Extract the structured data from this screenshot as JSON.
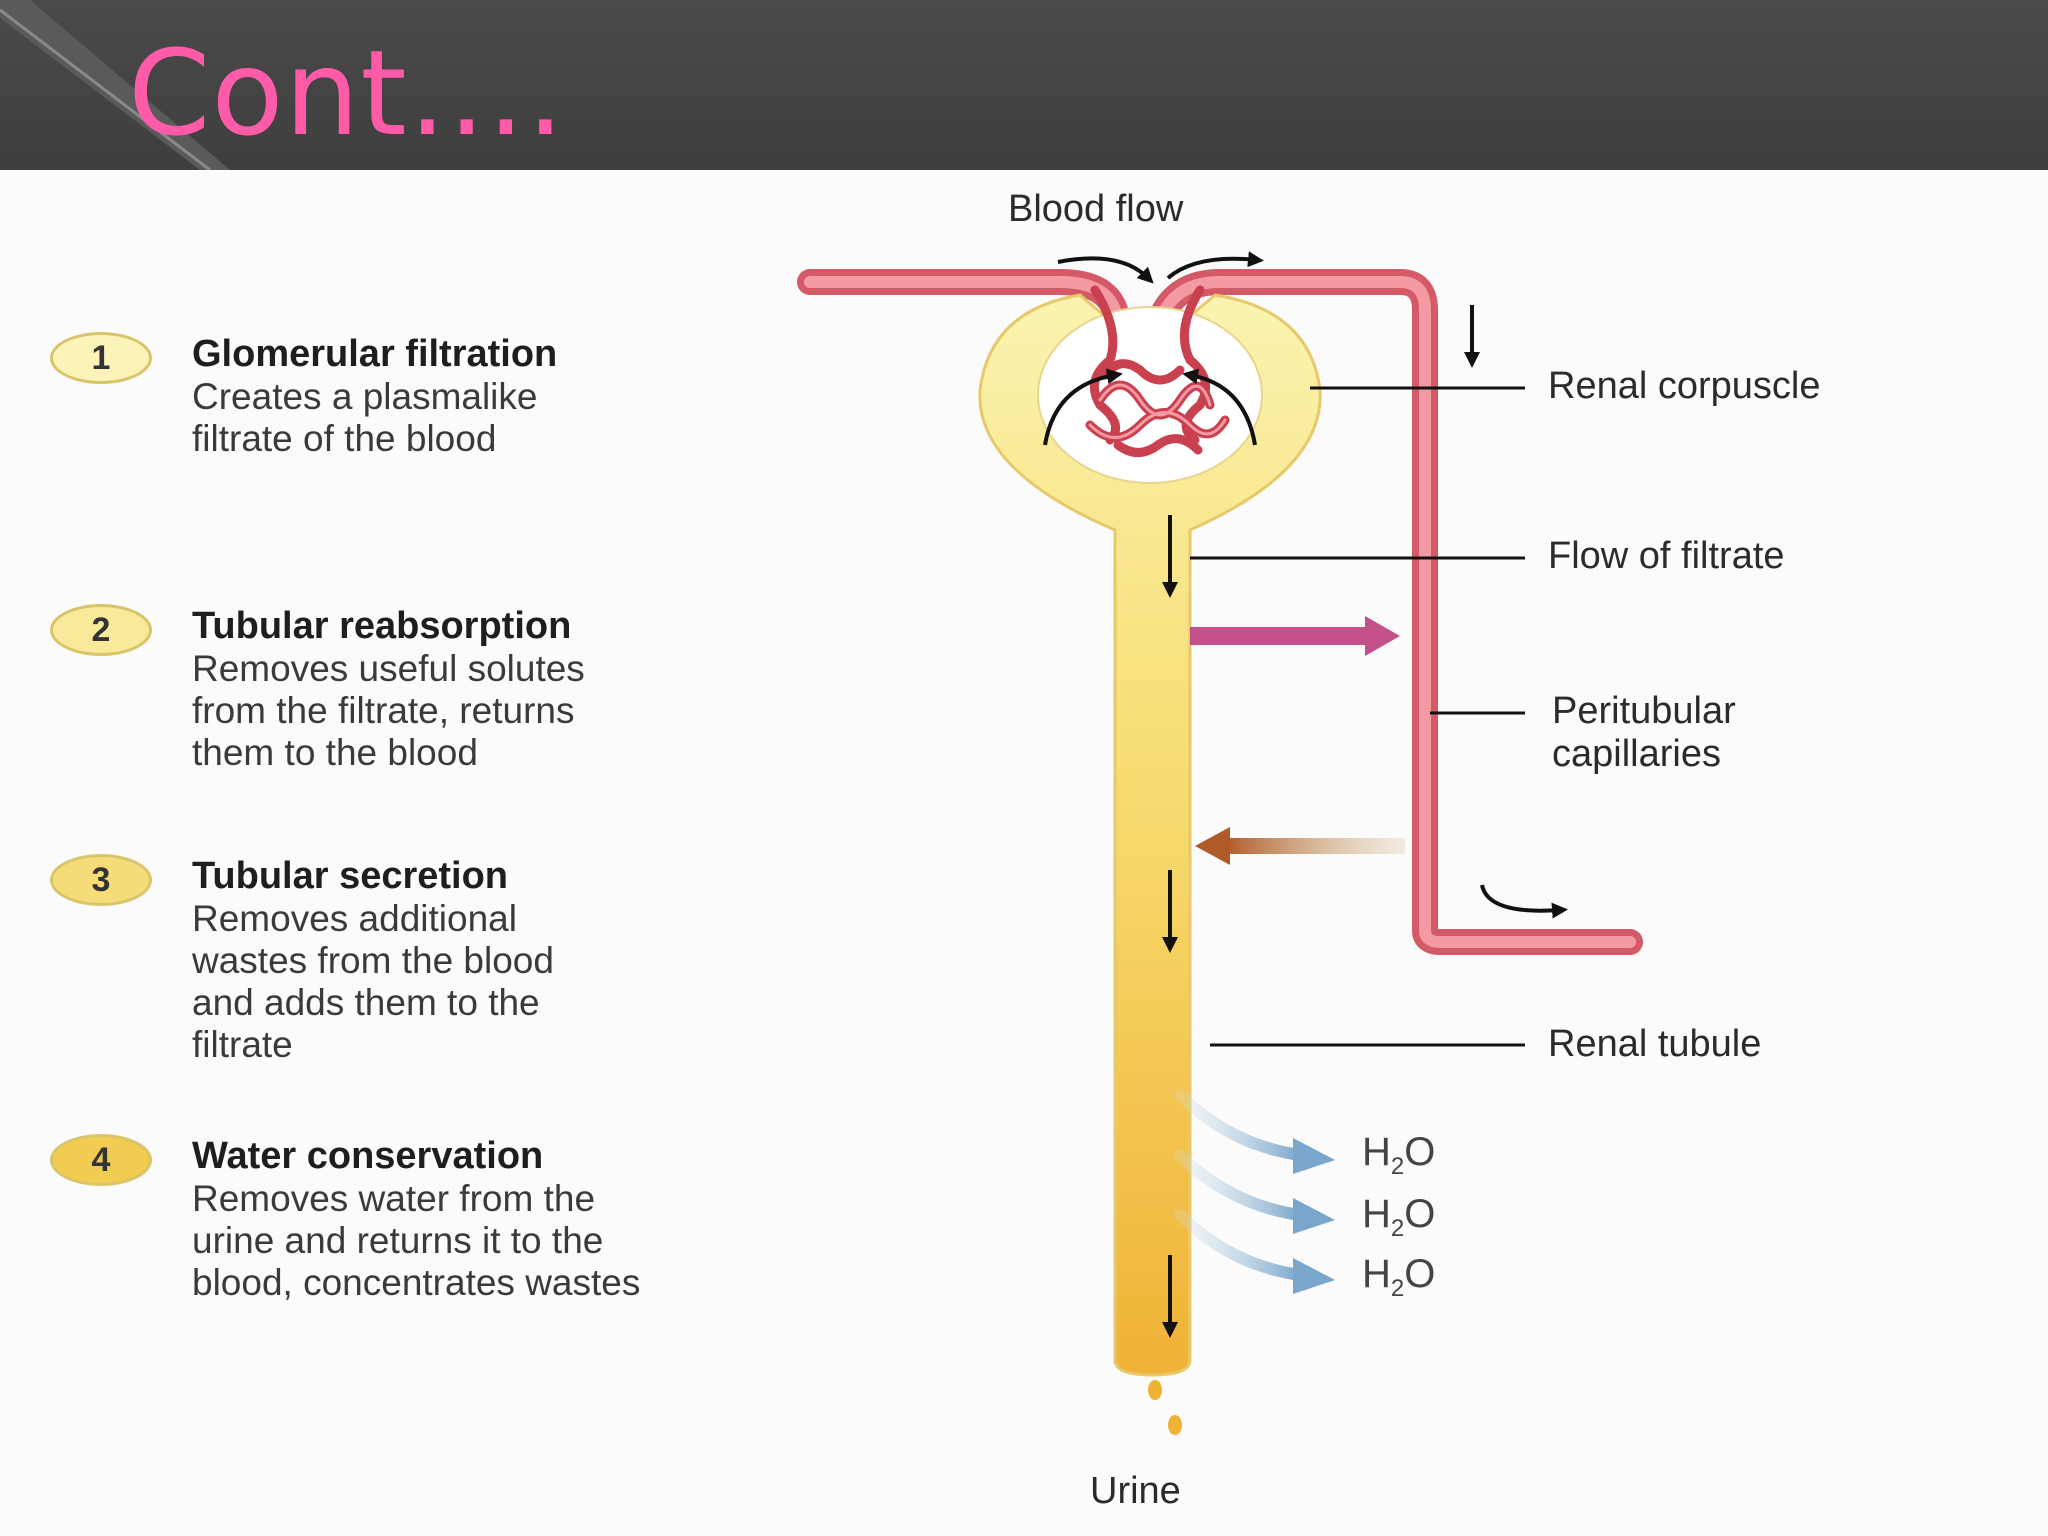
{
  "slide": {
    "title": "Cont…."
  },
  "diagram": {
    "top_label": "Blood flow",
    "bottom_label": "Urine",
    "callouts": {
      "renal_corpuscle": "Renal corpuscle",
      "flow_of_filtrate": "Flow of filtrate",
      "peritubular_capillaries": "Peritubular\ncapillaries",
      "renal_tubule": "Renal tubule"
    },
    "water_label": {
      "h": "H",
      "sub": "2",
      "o": "O"
    },
    "steps": [
      {
        "number": "1",
        "title": "Glomerular filtration",
        "description": "Creates a plasmalike\nfiltrate of the blood"
      },
      {
        "number": "2",
        "title": "Tubular reabsorption",
        "description": "Removes useful solutes\nfrom the filtrate, returns\nthem to the blood"
      },
      {
        "number": "3",
        "title": "Tubular secretion",
        "description": "Removes additional\nwastes from the blood\nand adds them to the\nfiltrate"
      },
      {
        "number": "4",
        "title": "Water conservation",
        "description": "Removes water from the\nurine and returns it to the\nblood, concentrates wastes"
      }
    ],
    "colors": {
      "title_pink": "#ff5ba9",
      "capillary": "#e8717a",
      "tubule_top": "#fbf0a0",
      "tubule_bottom": "#f3b53a",
      "reabsorption_arrow": "#c4508a",
      "secretion_arrow": "#b5652e",
      "water_arrow": "#8ab0d0",
      "badge_1": "#fbf3b8",
      "badge_2": "#f9e99a",
      "badge_3": "#f6dc78",
      "badge_4": "#f2cb52"
    }
  }
}
